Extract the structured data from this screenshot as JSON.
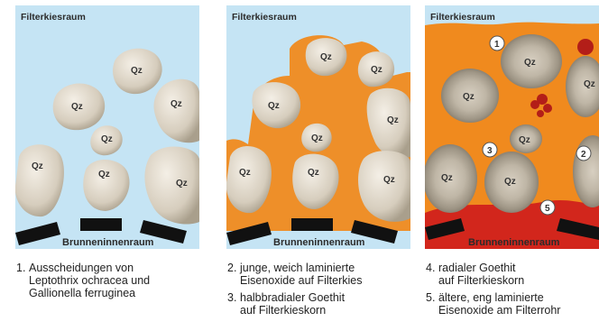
{
  "panels": [
    {
      "header": "Filterkiesraum",
      "footer": "Brunneninnenraum",
      "stone_label": "Qz"
    },
    {
      "header": "Filterkiesraum",
      "footer": "Brunneninnenraum",
      "stone_label": "Qz"
    },
    {
      "header": "Filterkiesraum",
      "footer": "Brunneninnenraum",
      "stone_label": "Qz",
      "markers": [
        "1",
        "2",
        "3",
        "5"
      ]
    }
  ],
  "captions": {
    "col1": [
      {
        "num": "1.",
        "text": "Ausscheidungen von\nLeptothrix ochracea und\nGallionella ferruginea"
      }
    ],
    "col2": [
      {
        "num": "2.",
        "text": "junge, weich laminierte\nEisenoxide auf Filterkies"
      },
      {
        "num": "3.",
        "text": "halbbradialer Goethit\nauf Filterkieskorn"
      }
    ],
    "col3": [
      {
        "num": "4.",
        "text": "radialer Goethit\nauf Filterkieskorn"
      },
      {
        "num": "5.",
        "text": "ältere, eng laminierte\nEisenoxide am Filterrohr"
      }
    ]
  },
  "colors": {
    "water": "#c5e4f4",
    "stone": "#d9d1c2",
    "coating": "#f08a1e",
    "pipe": "#111111",
    "red": "#d2261c"
  }
}
